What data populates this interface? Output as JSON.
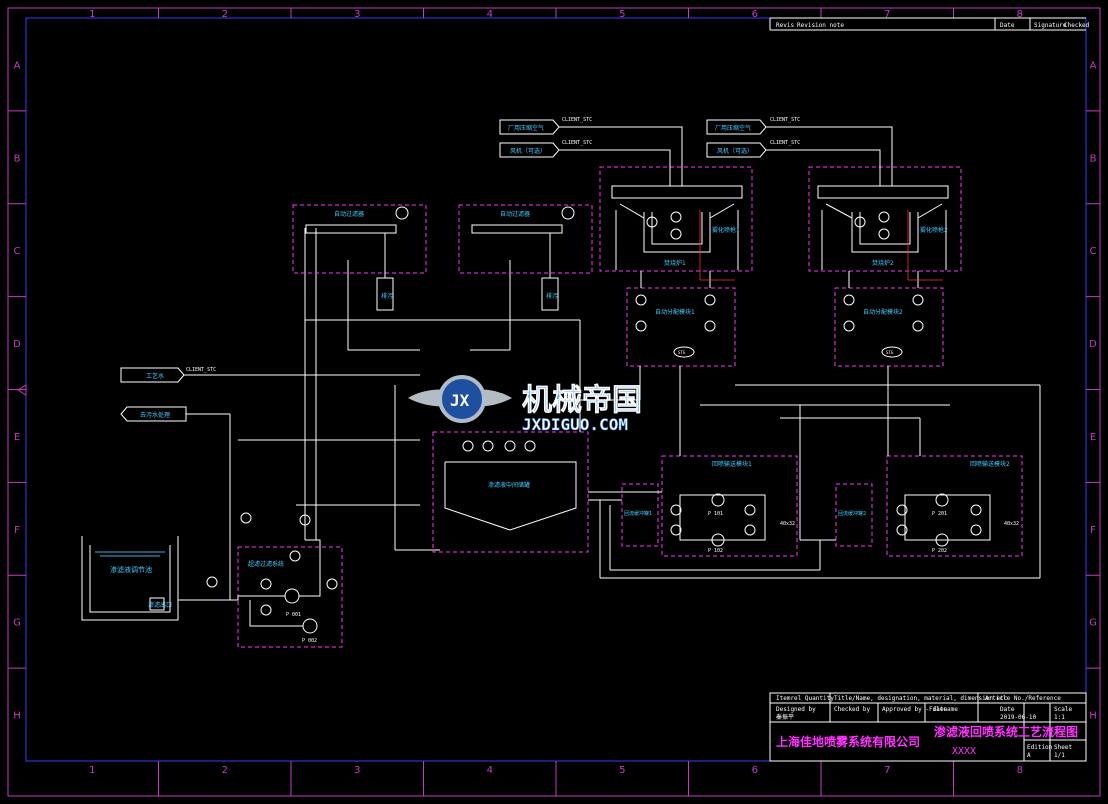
{
  "border": {
    "columns": [
      "1",
      "2",
      "3",
      "4",
      "5",
      "6",
      "7",
      "8"
    ],
    "rows": [
      "A",
      "B",
      "C",
      "D",
      "E",
      "F",
      "G",
      "H"
    ]
  },
  "revision_header": {
    "rev": "Revis",
    "note": "Revision note",
    "date": "Date",
    "signature": "Signature",
    "checked": "Checked"
  },
  "title_block": {
    "quantity": "Quantity",
    "desc_header": "Title/Name, designation, material, dimension etc",
    "article": "Article No./Reference",
    "designed_by_label": "Designed by",
    "designed_by": "秦振平",
    "checked_by": "Checked by",
    "approved_by": "Approved by - date",
    "filename": "Filename",
    "date_label": "Date",
    "date": "2019-06-10",
    "scale_label": "Scale",
    "scale": "1:1",
    "company": "上海佳地喷雾系统有限公司",
    "title": "渗滤液回喷系统工艺流程图",
    "code": "XXXX",
    "edition_label": "Edition",
    "edition": "A",
    "sheet_label": "Sheet",
    "sheet": "1/1"
  },
  "watermark": {
    "logo_text": "JX",
    "name": "机械帝国",
    "url": "JXDIGUO.COM"
  },
  "labels": {
    "factory_air": "厂用压缩空气",
    "client_stc": "CLIENT_STC",
    "air": "风机（可选）",
    "process_water": "工艺水",
    "to_drain": "去污水处理",
    "leachate_pool": "渗滤液调节池",
    "filter_outlet": "渗滤出口",
    "filter_unit": "超滤过滤系统",
    "storage_tank": "渗滤液中间储罐",
    "feed_skid_1": "回喷输送模块1",
    "feed_skid_2": "回喷输送模块2",
    "atomizer_1": "雾化喷枪1",
    "atomizer_2": "雾化喷枪2",
    "furnace_1": "焚烧炉1",
    "furnace_2": "焚烧炉2",
    "control_1": "自动分配模块1",
    "control_2": "自动分配模块2",
    "auto_valve_1": "自动过滤器",
    "auto_valve_2": "自动过滤器",
    "sewage": "排污",
    "sewage2": "排污",
    "sub_tank_1": "回流缓冲罐1",
    "sub_tank_2": "回流缓冲罐2",
    "pump_p001": "P 001",
    "pump_p002": "P 002",
    "pump_p101": "P 101",
    "pump_p102": "P 102",
    "pump_p201": "P 201",
    "pump_p202": "P 202",
    "dn": "40x32",
    "stg": "STG"
  }
}
